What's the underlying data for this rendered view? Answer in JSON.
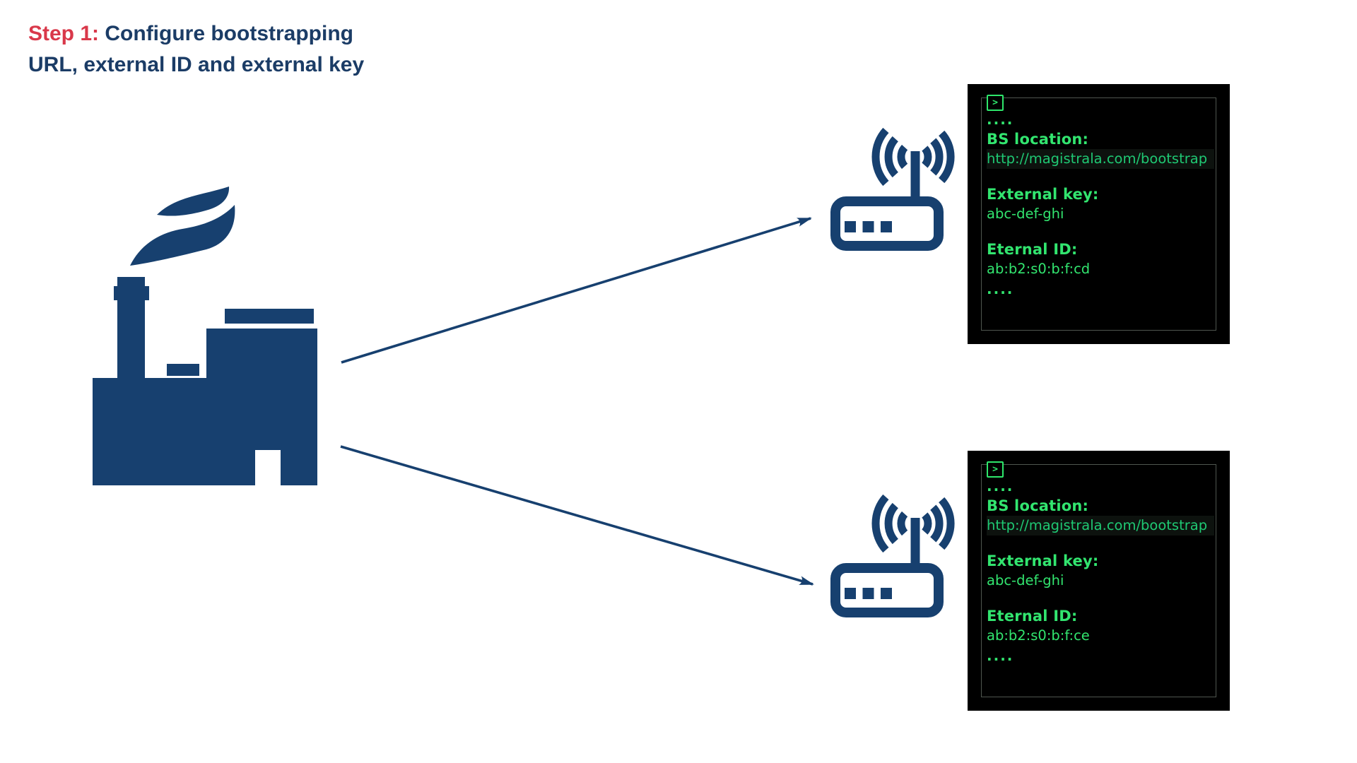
{
  "title": {
    "step_label": "Step 1:",
    "step_text": "Configure bootstrapping",
    "line2": "URL, external ID and external key"
  },
  "colors": {
    "icon_navy": "#17406F",
    "title_navy": "#1B3C66",
    "step_red": "#D9384A",
    "terminal_bg": "#000000",
    "terminal_green": "#32E56F",
    "terminal_url_green": "#1FC873"
  },
  "icons": {
    "factory": "factory-icon",
    "router": "wifi-router-icon",
    "terminal_prompt": "terminal-prompt-icon",
    "arrow": "arrowhead-icon"
  },
  "terminals": [
    {
      "prompt_glyph": ">",
      "dots_top": "....",
      "bs_label": "BS location:",
      "bs_url": "http://magistrala.com/bootstrap",
      "key_label": "External key:",
      "key_value": "abc-def-ghi",
      "id_label": "Eternal ID:",
      "id_value": "ab:b2:s0:b:f:cd",
      "dots_bottom": "...."
    },
    {
      "prompt_glyph": ">",
      "dots_top": "....",
      "bs_label": "BS location:",
      "bs_url": "http://magistrala.com/bootstrap",
      "key_label": "External key:",
      "key_value": "abc-def-ghi",
      "id_label": "Eternal ID:",
      "id_value": "ab:b2:s0:b:f:ce",
      "dots_bottom": "...."
    }
  ]
}
